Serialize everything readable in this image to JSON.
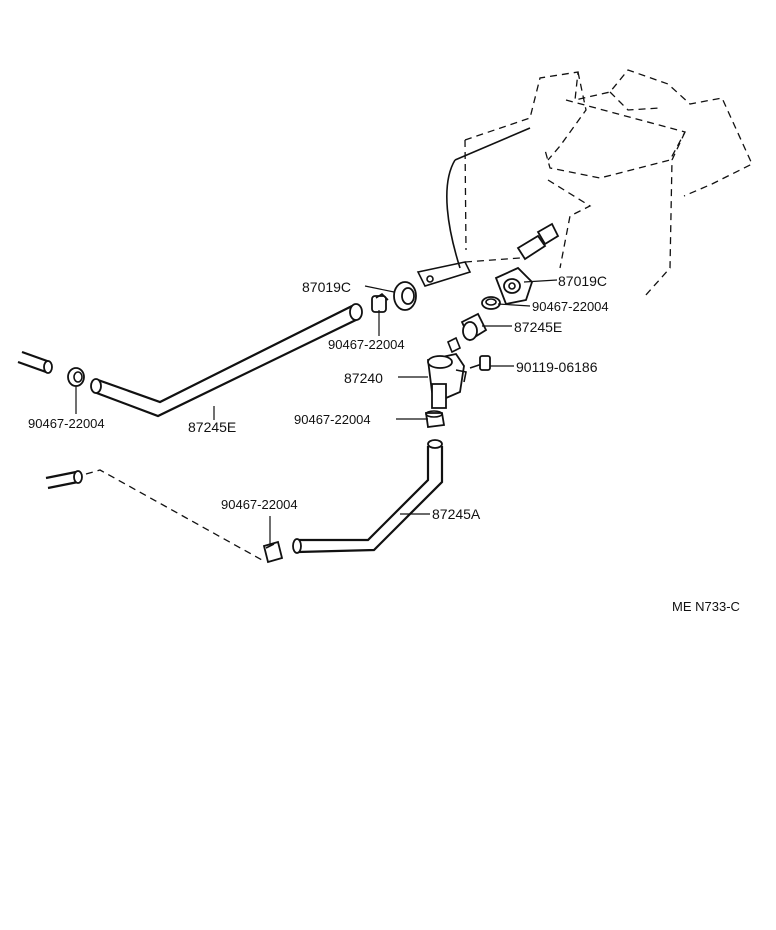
{
  "diagram_ref": "ME N733-C",
  "callouts": {
    "grommet_left": "87019C",
    "grommet_right": "87019C",
    "clamp_tank": "90467-22004",
    "clamp_upper_mid": "90467-22004",
    "hose_short": "87245E",
    "bolt": "90119-06186",
    "valve": "87240",
    "clamp_valve_lower": "90467-22004",
    "clamp_left": "90467-22004",
    "hose_long": "87245E",
    "clamp_bottom": "90467-22004",
    "hose_lower": "87245A"
  }
}
